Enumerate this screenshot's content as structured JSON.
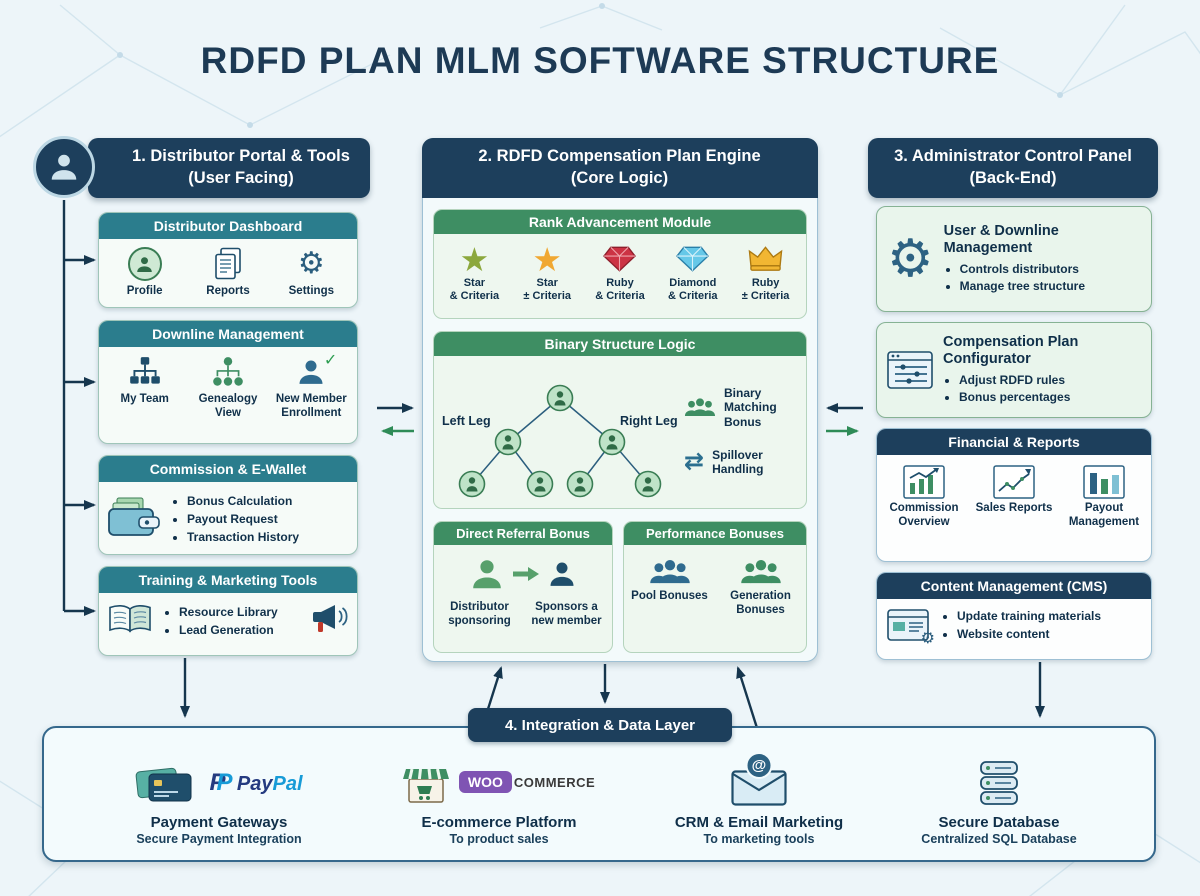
{
  "page": {
    "title": "RDFD PLAN MLM SOFTWARE STRUCTURE"
  },
  "icons": {
    "gear": "⚙",
    "star": "★",
    "check": "✓",
    "swap": "⇄",
    "at": "@",
    "paypal_p": "P"
  },
  "left": {
    "header": {
      "line1": "1. Distributor Portal & Tools",
      "line2": "(User Facing)"
    },
    "dashboard": {
      "title": "Distributor Dashboard",
      "items": [
        "Profile",
        "Reports",
        "Settings"
      ]
    },
    "downline": {
      "title": "Downline Management",
      "items": [
        "My Team",
        "Genealogy View",
        "New Member Enrollment"
      ]
    },
    "commission": {
      "title": "Commission & E-Wallet",
      "bullets": [
        "Bonus Calculation",
        "Payout Request",
        "Transaction History"
      ]
    },
    "training": {
      "title": "Training & Marketing Tools",
      "bullets": [
        "Resource Library",
        "Lead Generation"
      ]
    }
  },
  "middle": {
    "header": {
      "line1": "2. RDFD Compensation Plan Engine",
      "line2": "(Core Logic)"
    },
    "rank": {
      "title": "Rank Advancement Module",
      "ranks": [
        {
          "name": "Star",
          "crit": "& Criteria"
        },
        {
          "name": "Star",
          "crit": "± Criteria"
        },
        {
          "name": "Ruby",
          "crit": "& Criteria"
        },
        {
          "name": "Diamond",
          "crit": "& Criteria"
        },
        {
          "name": "Ruby",
          "crit": "± Criteria"
        }
      ]
    },
    "binary": {
      "title": "Binary Structure Logic",
      "left_leg": "Left Leg",
      "right_leg": "Right Leg",
      "matching": "Binary Matching Bonus",
      "spillover": "Spillover Handling"
    },
    "referral": {
      "title": "Direct Referral Bonus",
      "from_label": "Distributor sponsoring",
      "to_label": "Sponsors a new member"
    },
    "performance": {
      "title": "Performance Bonuses",
      "items": [
        "Pool Bonuses",
        "Generation Bonuses"
      ]
    }
  },
  "right": {
    "header": {
      "line1": "3. Administrator Control Panel",
      "line2": "(Back-End)"
    },
    "user_mgmt": {
      "title": "User & Downline Management",
      "bullets": [
        "Controls distributors",
        "Manage tree structure"
      ]
    },
    "configurator": {
      "title": "Compensation Plan Configurator",
      "bullets": [
        "Adjust RDFD rules",
        "Bonus percentages"
      ]
    },
    "financial": {
      "title": "Financial & Reports",
      "items": [
        "Commission Overview",
        "Sales Reports",
        "Payout Management"
      ]
    },
    "cms": {
      "title": "Content Management (CMS)",
      "bullets": [
        "Update training materials",
        "Website content"
      ]
    }
  },
  "integration": {
    "title": "4. Integration & Data Layer",
    "payment": {
      "title": "Payment Gateways",
      "subtitle": "Secure Payment Integration",
      "paypal_pay": "Pay",
      "paypal_pal": "Pal"
    },
    "ecommerce": {
      "title": "E-commerce Platform",
      "subtitle": "To product sales",
      "woo": "WOO",
      "commerce": "COMMERCE"
    },
    "crm": {
      "title": "CRM & Email Marketing",
      "subtitle": "To marketing tools"
    },
    "database": {
      "title": "Secure Database",
      "subtitle": "Centralized SQL Database"
    }
  },
  "colors": {
    "navy_header": "#1d3f5c",
    "teal_header": "#2b7d8d",
    "green_header": "#3e8e63",
    "card_green_bg": "#e9f5ec",
    "band_border": "#35688c",
    "arrow_dark": "#16364e",
    "arrow_green": "#2e8b57",
    "ruby_red": "#cc3344",
    "diamond_blue": "#66c8e8",
    "gold": "#f2b632",
    "paypal_blue": "#253b80",
    "paypal_light": "#179bd7",
    "woo_purple": "#7f54b3"
  }
}
